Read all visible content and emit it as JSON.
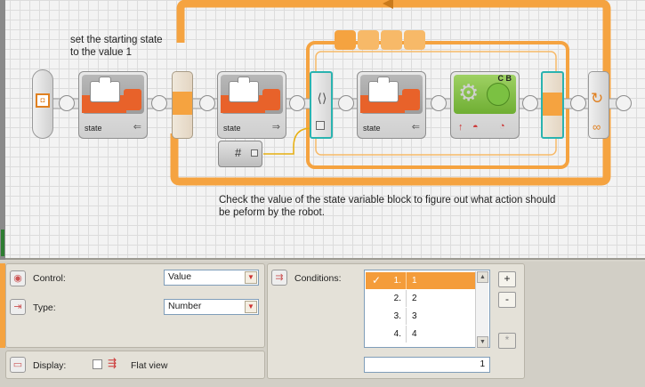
{
  "canvas": {
    "comment_top": [
      "set the starting state",
      "to the value 1"
    ],
    "comment_bottom": [
      "Check the value of the state variable block to figure out what action should",
      "be peform by the robot."
    ],
    "blocks": [
      {
        "label": "state"
      },
      {
        "label": "state"
      },
      {
        "label": "state"
      }
    ],
    "motor_block": {
      "ports": "C B"
    },
    "hash_symbol": "#"
  },
  "panel": {
    "control": {
      "label": "Control:",
      "value": "Value"
    },
    "type": {
      "label": "Type:",
      "value": "Number"
    },
    "display": {
      "label": "Display:",
      "option": "Flat view"
    },
    "conditions": {
      "label": "Conditions:",
      "rows": [
        {
          "num": "1.",
          "value": "1",
          "selected": true,
          "check": "✓"
        },
        {
          "num": "2.",
          "value": "2"
        },
        {
          "num": "3.",
          "value": "3"
        },
        {
          "num": "4.",
          "value": "4"
        }
      ],
      "add": "+",
      "remove": "-",
      "star": "*",
      "current_value": "1"
    }
  },
  "colors": {
    "accent": "#f5a340",
    "highlight": "#f49c3a",
    "teal": "#2ab3b0",
    "green": "#7bc142",
    "block_orange": "#e8622a"
  }
}
